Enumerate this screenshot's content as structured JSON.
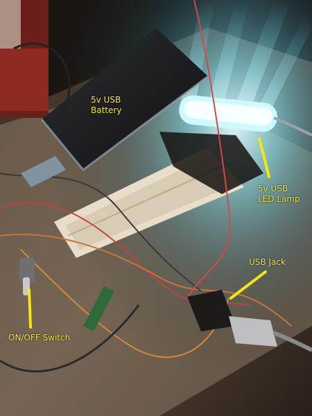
{
  "annotations": {
    "battery": {
      "line1": "5v USB",
      "line2": "Battery"
    },
    "lamp": {
      "line1": "5v USB",
      "line2": "LED Lamp"
    },
    "jack": {
      "text": "USB Jack"
    },
    "switch": {
      "text": "ON/OFF Switch"
    }
  },
  "colors": {
    "label": "#f2e64a",
    "pointer": "#f5e60f",
    "lamp_glow": "#bff6ff",
    "breadboard": "#e7ddc9",
    "battery_body": "#1c1c1f"
  }
}
